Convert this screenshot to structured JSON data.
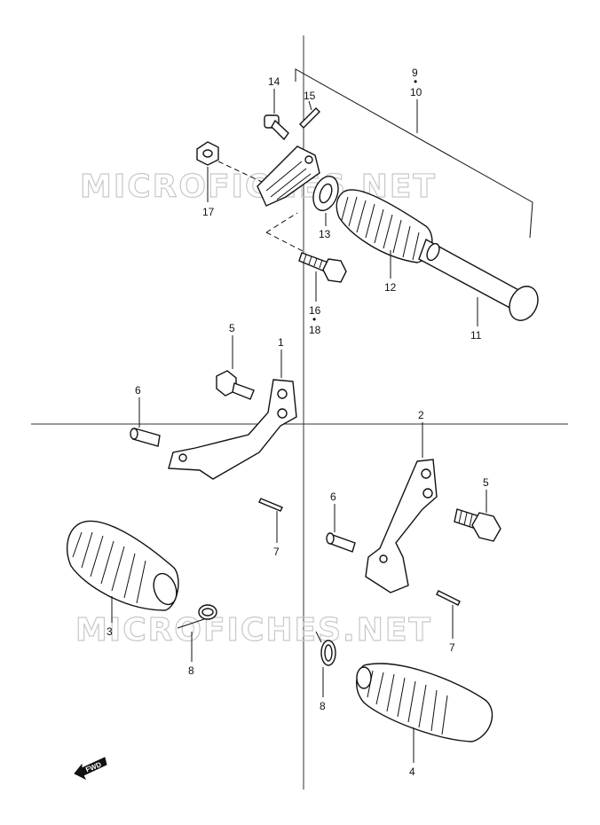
{
  "watermark": "MICROFICHES.NET",
  "labels": {
    "p9": "9",
    "p9dot": "•",
    "p10": "10",
    "p14": "14",
    "p15": "15",
    "p17": "17",
    "p13": "13",
    "p12": "12",
    "p16": "16",
    "p16dot": "•",
    "p18": "18",
    "p11": "11",
    "p5a": "5",
    "p1": "1",
    "p6a": "6",
    "p2": "2",
    "p5b": "5",
    "p6b": "6",
    "p7a": "7",
    "p7b": "7",
    "p3": "3",
    "p8a": "8",
    "p8b": "8",
    "p4": "4"
  },
  "fwd_label": "FWD"
}
